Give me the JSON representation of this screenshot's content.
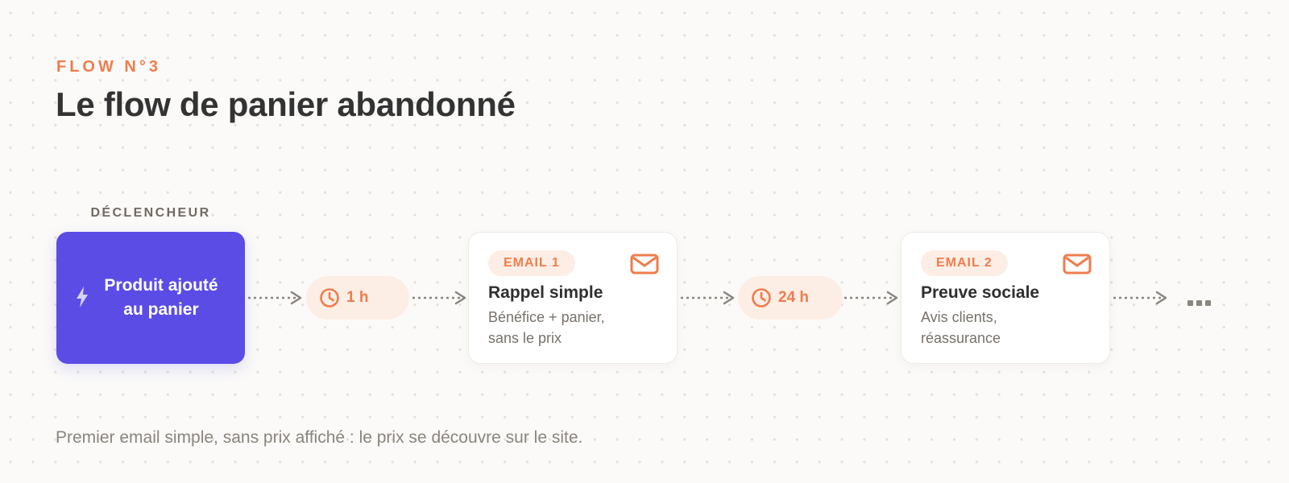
{
  "header": {
    "eyebrow": "FLOW N°3",
    "title": "Le flow de panier abandonné"
  },
  "trigger": {
    "label": "DÉCLENCHEUR",
    "line1": "Produit ajouté",
    "line2": "au panier",
    "icon": "lightning-bolt-icon"
  },
  "delays": [
    {
      "label": "1 h",
      "icon": "clock-icon"
    },
    {
      "label": "24 h",
      "icon": "clock-icon"
    }
  ],
  "emails": [
    {
      "badge": "EMAIL 1",
      "title": "Rappel simple",
      "desc_line1": "Bénéfice + panier,",
      "desc_line2": "sans le prix",
      "icon": "mail-icon"
    },
    {
      "badge": "EMAIL 2",
      "title": "Preuve sociale",
      "desc_line1": "Avis clients,",
      "desc_line2": "réassurance",
      "icon": "mail-icon"
    }
  ],
  "more": "...",
  "footnote": "Premier email simple, sans prix affiché : le prix se découvre sur le site.",
  "colors": {
    "accent": "#ee7d4c",
    "trigger": "#5b4ce6",
    "title": "#333333",
    "muted": "#8a857e",
    "background": "#fbfaf8"
  }
}
